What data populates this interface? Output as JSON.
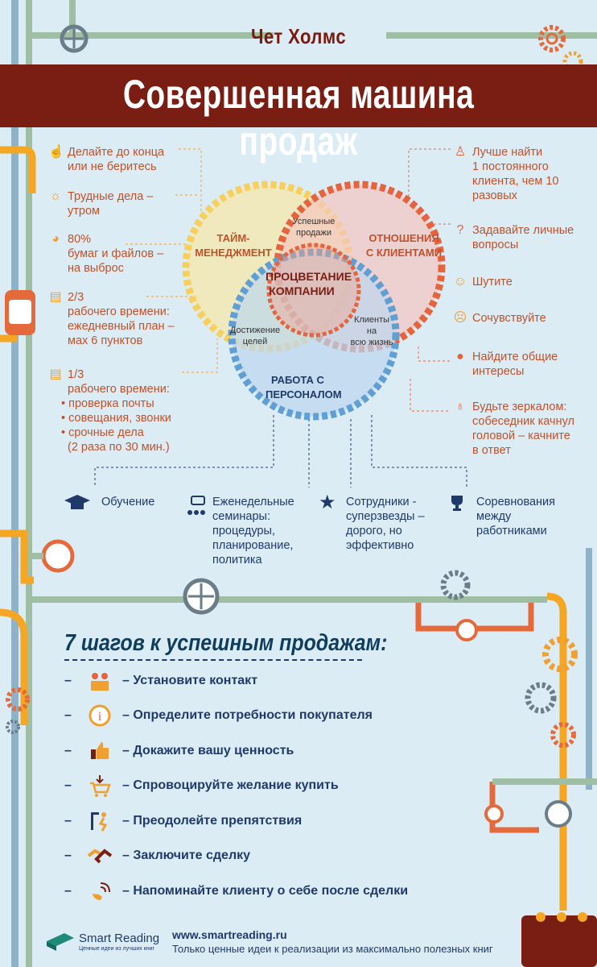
{
  "header": {
    "author": "Чет Холмс",
    "title": "Совершенная машина продаж"
  },
  "time_tips": [
    {
      "icon": "hand-icon",
      "lines": [
        "Делайте до конца",
        "или не беритесь"
      ]
    },
    {
      "icon": "sun-icon",
      "lines": [
        "Трудные дела –",
        "утром"
      ]
    },
    {
      "icon": "pie-icon",
      "lines": [
        "80%",
        "бумаг и файлов –",
        "на выброс"
      ]
    },
    {
      "icon": "bar-icon",
      "lines": [
        "2/3",
        "рабочего времени:",
        "ежедневный план –",
        "мах 6 пунктов"
      ]
    },
    {
      "icon": "bar-icon",
      "lines": [
        "1/3",
        "рабочего времени:",
        "• проверка почты",
        "• совещания, звонки",
        "• срочные дела",
        "(2 раза по 30 мин.)"
      ]
    }
  ],
  "client_tips": [
    {
      "icon": "person-icon",
      "lines": [
        "Лучше найти",
        "1 постоянного",
        "клиента, чем 10",
        "разовых"
      ]
    },
    {
      "icon": "question-icon",
      "lines": [
        "Задавайте личные",
        "вопросы"
      ]
    },
    {
      "icon": "smile-icon",
      "lines": [
        "Шутите"
      ]
    },
    {
      "icon": "sad-icon",
      "lines": [
        "Сочувствуйте"
      ]
    },
    {
      "icon": "chat-icon",
      "lines": [
        "Найдите общие",
        "интересы"
      ]
    },
    {
      "icon": "mirror-icon",
      "lines": [
        "Будьте зеркалом:",
        "собеседник качнул",
        "головой – качните",
        "в ответ"
      ]
    }
  ],
  "venn": {
    "time": [
      "ТАЙМ-",
      "МЕНЕДЖМЕНТ"
    ],
    "clients": [
      "ОТНОШЕНИЯ",
      "С КЛИЕНТАМИ"
    ],
    "center": [
      "ПРОЦВЕТАНИЕ",
      "КОМПАНИИ"
    ],
    "staff": [
      "РАБОТА С",
      "ПЕРСОНАЛОМ"
    ],
    "time_clients": [
      "Успешные",
      "продажи"
    ],
    "time_staff": [
      "Достижение",
      "целей"
    ],
    "clients_staff": [
      "Клиенты",
      "на",
      "всю жизнь"
    ],
    "colors": {
      "time": "#f7cf5e",
      "clients": "#e4643e",
      "staff": "#5f9fd4"
    }
  },
  "staff_items": [
    {
      "icon": "graduation-cap-icon",
      "lines": [
        "Обучение"
      ]
    },
    {
      "icon": "seminar-icon",
      "lines": [
        "Еженедельные",
        "семинары:",
        "процедуры,",
        "планирование,",
        "политика"
      ]
    },
    {
      "icon": "star-icon",
      "lines": [
        "Сотрудники -",
        "суперзвезды –",
        "дорого, но",
        "эффективно"
      ]
    },
    {
      "icon": "trophy-icon",
      "lines": [
        "Соревнования",
        "между",
        "работниками"
      ]
    }
  ],
  "steps": {
    "title": "7 шагов к успешным продажам:",
    "items": [
      {
        "icon": "contact-icon",
        "label": "Установите контакт"
      },
      {
        "icon": "info-icon",
        "label": "Определите потребности покупателя"
      },
      {
        "icon": "thumbs-up-icon",
        "label": "Докажите вашу ценность"
      },
      {
        "icon": "cart-icon",
        "label": "Спровоцируйте желание купить"
      },
      {
        "icon": "hurdle-icon",
        "label": "Преодолейте препятствия"
      },
      {
        "icon": "handshake-icon",
        "label": "Заключите сделку"
      },
      {
        "icon": "phone-icon",
        "label": "Напоминайте клиенту о себе после сделки"
      }
    ]
  },
  "footer": {
    "brand": "Smart Reading",
    "brand_tagline": "Ценные идеи из лучших книг",
    "site": "www.smartreading.ru",
    "tagline": "Только ценные идеи к реализации из максимально полезных книг"
  }
}
